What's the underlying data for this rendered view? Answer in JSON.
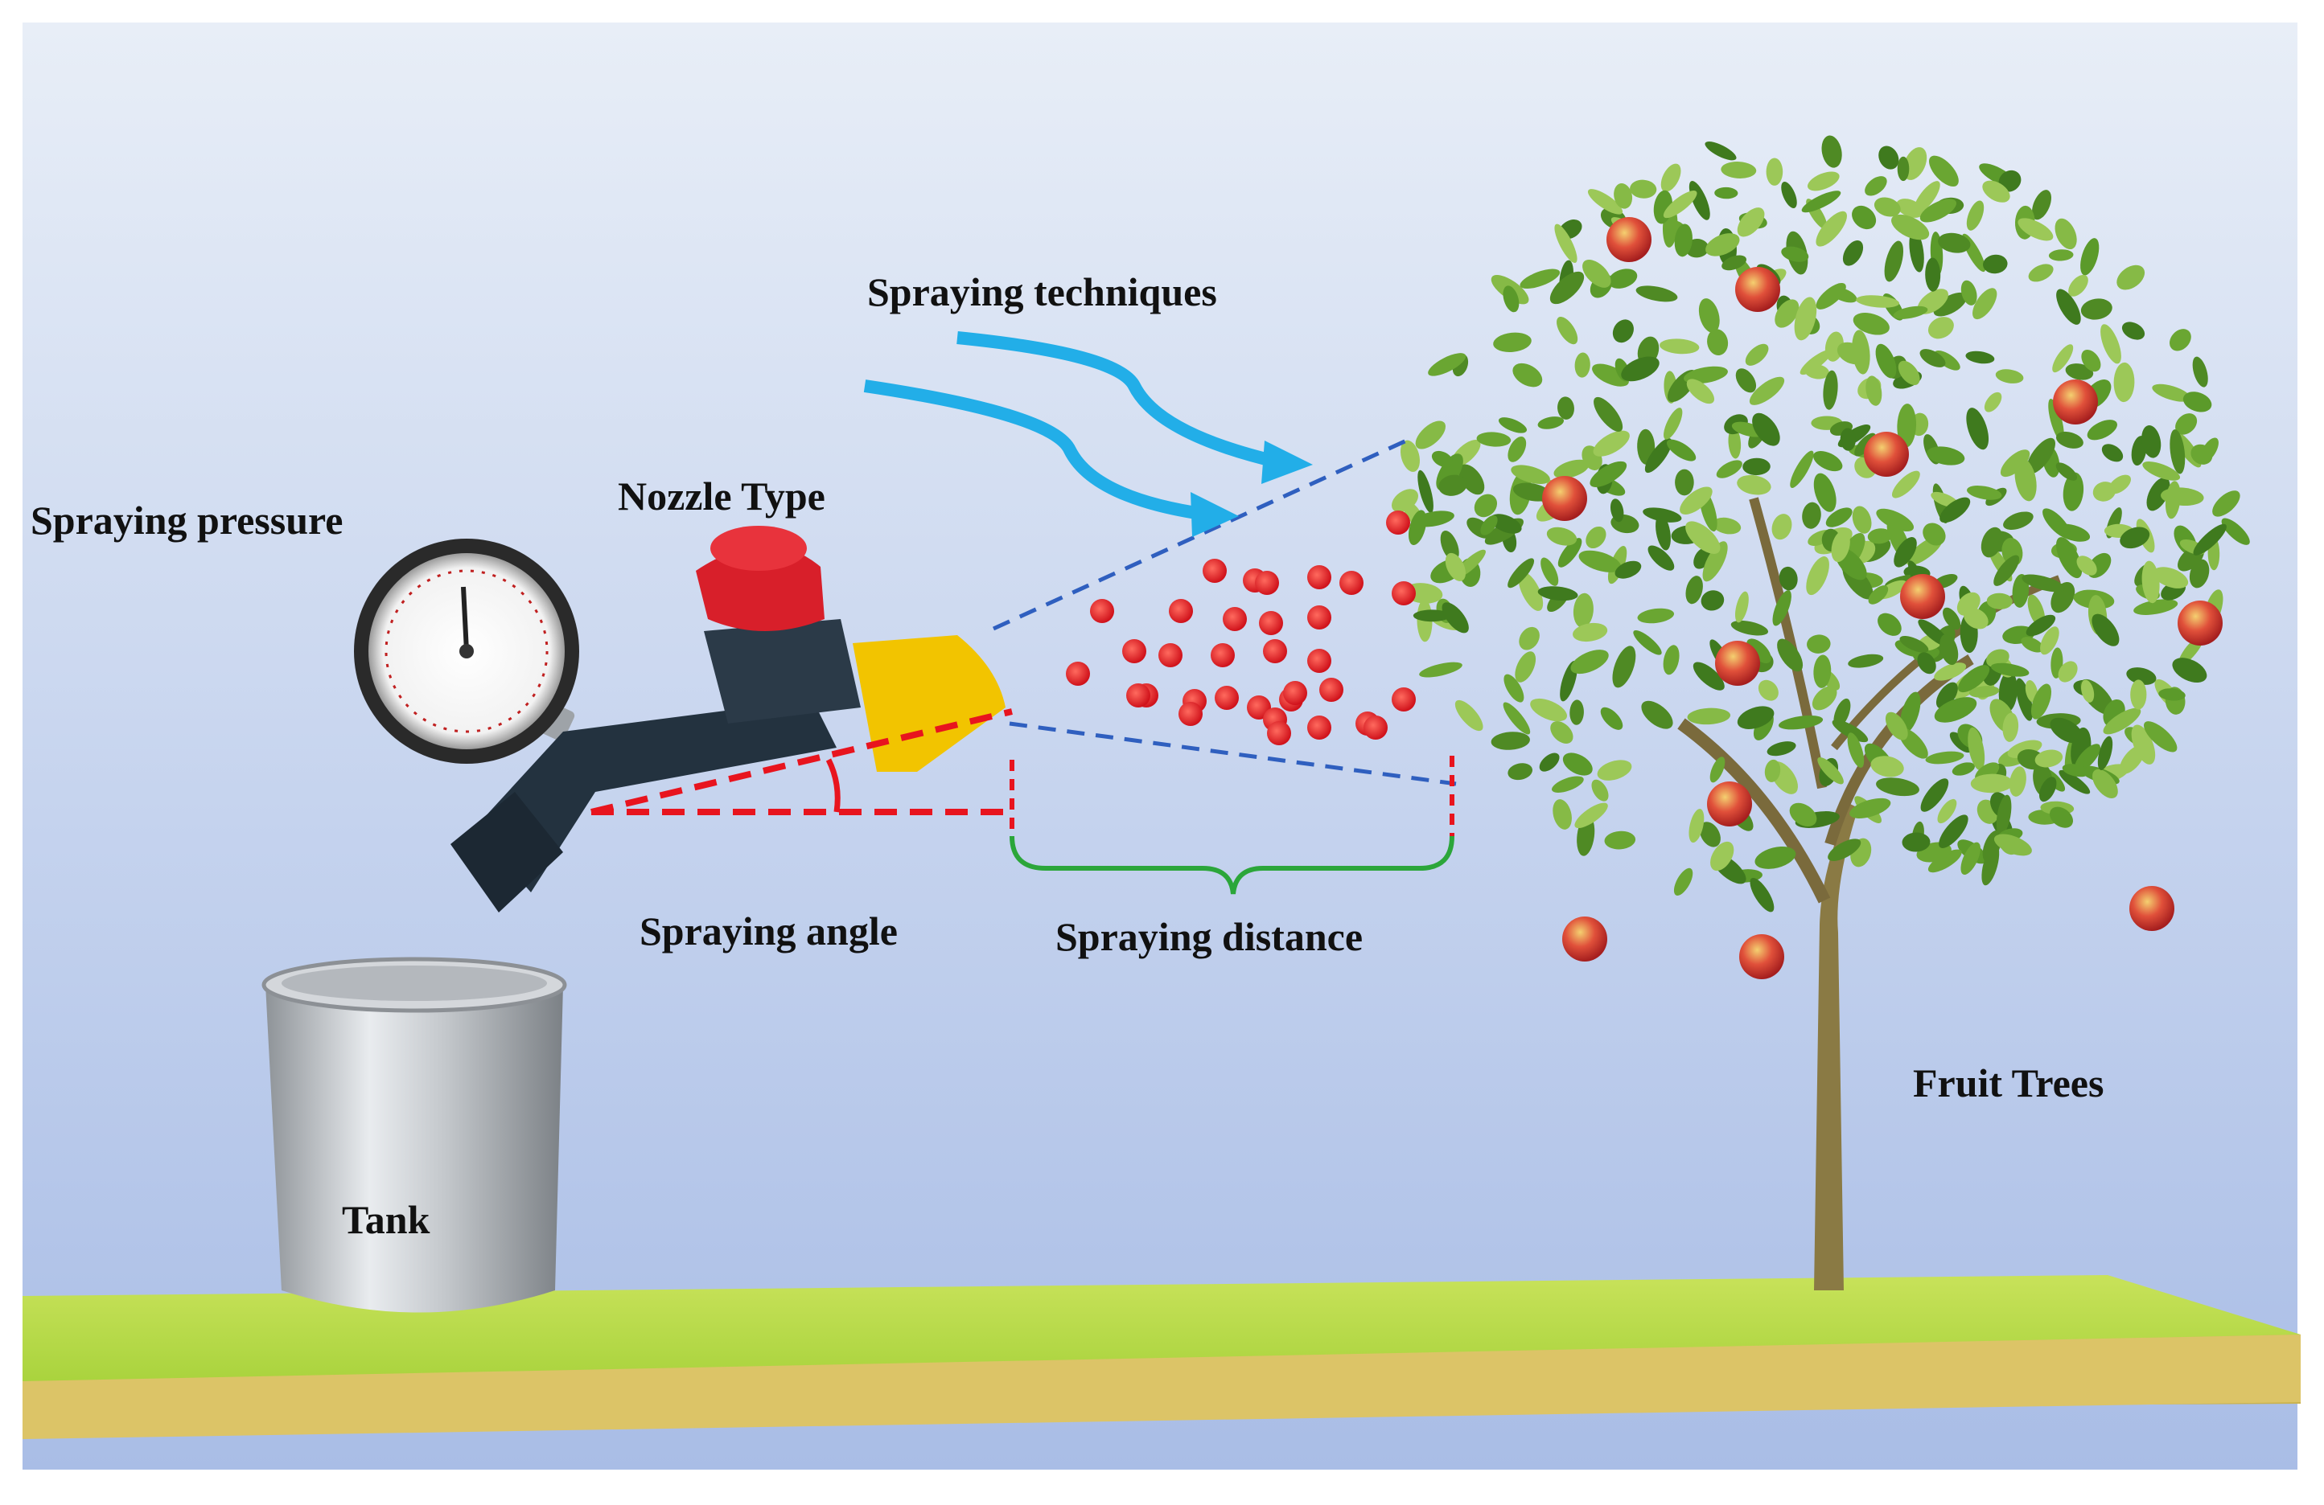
{
  "labels": {
    "spraying_pressure": "Spraying pressure",
    "nozzle_type": "Nozzle  Type",
    "spraying_techniques": "Spraying techniques",
    "spraying_angle": "Spraying angle",
    "spraying_distance": "Spraying distance",
    "fruit_trees": "Fruit Trees",
    "tank": "Tank"
  },
  "colors": {
    "sky_top": "#e6edf6",
    "sky_bottom": "#a9bfe6",
    "grass": "#b5d94a",
    "soil": "#d8c060",
    "angle_marks": "#e8141e",
    "distance_bracket": "#2ba63a",
    "spray_cone": "#2f5fbf",
    "technique_arrows": "#22aee8",
    "droplets": "#e61f1f",
    "nozzle_cap": "#d81f2a",
    "nozzle_body": "#23323f",
    "nozzle_tip": "#f2c400",
    "foliage": "#5f9a2c",
    "fruit": "#d83a2c",
    "tank": "#b8bcc2"
  }
}
